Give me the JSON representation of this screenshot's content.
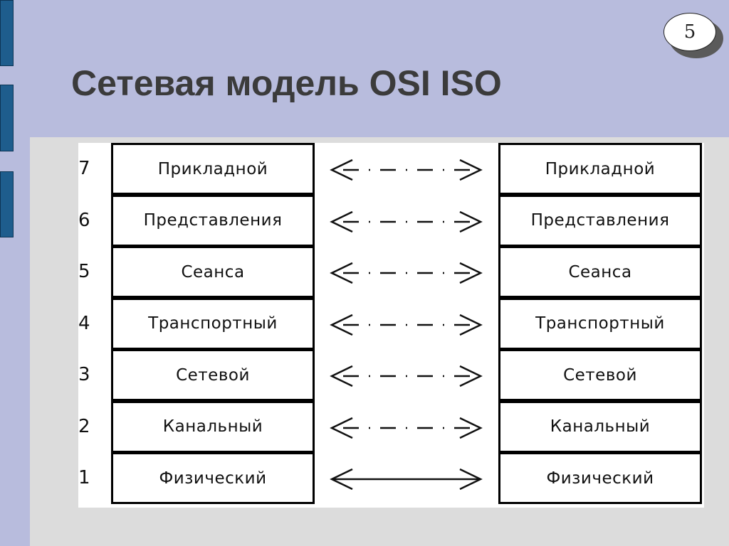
{
  "slide": {
    "number": "5",
    "title": "Сетевая модель OSI ISO"
  },
  "layers": [
    {
      "num": "7",
      "left": "Прикладной",
      "right": "Прикладной",
      "link": "dashed"
    },
    {
      "num": "6",
      "left": "Представления",
      "right": "Представления",
      "link": "dashed"
    },
    {
      "num": "5",
      "left": "Сеанса",
      "right": "Сеанса",
      "link": "dashed"
    },
    {
      "num": "4",
      "left": "Транспортный",
      "right": "Транспортный",
      "link": "dashed"
    },
    {
      "num": "3",
      "left": "Сетевой",
      "right": "Сетевой",
      "link": "dashed"
    },
    {
      "num": "2",
      "left": "Канальный",
      "right": "Канальный",
      "link": "dashed"
    },
    {
      "num": "1",
      "left": "Физический",
      "right": "Физический",
      "link": "solid"
    }
  ],
  "colors": {
    "background": "#b8bcdd",
    "panel": "#dcdcdc",
    "accent_bar": "#1e5d8d",
    "title_text": "#3b3b3b"
  }
}
